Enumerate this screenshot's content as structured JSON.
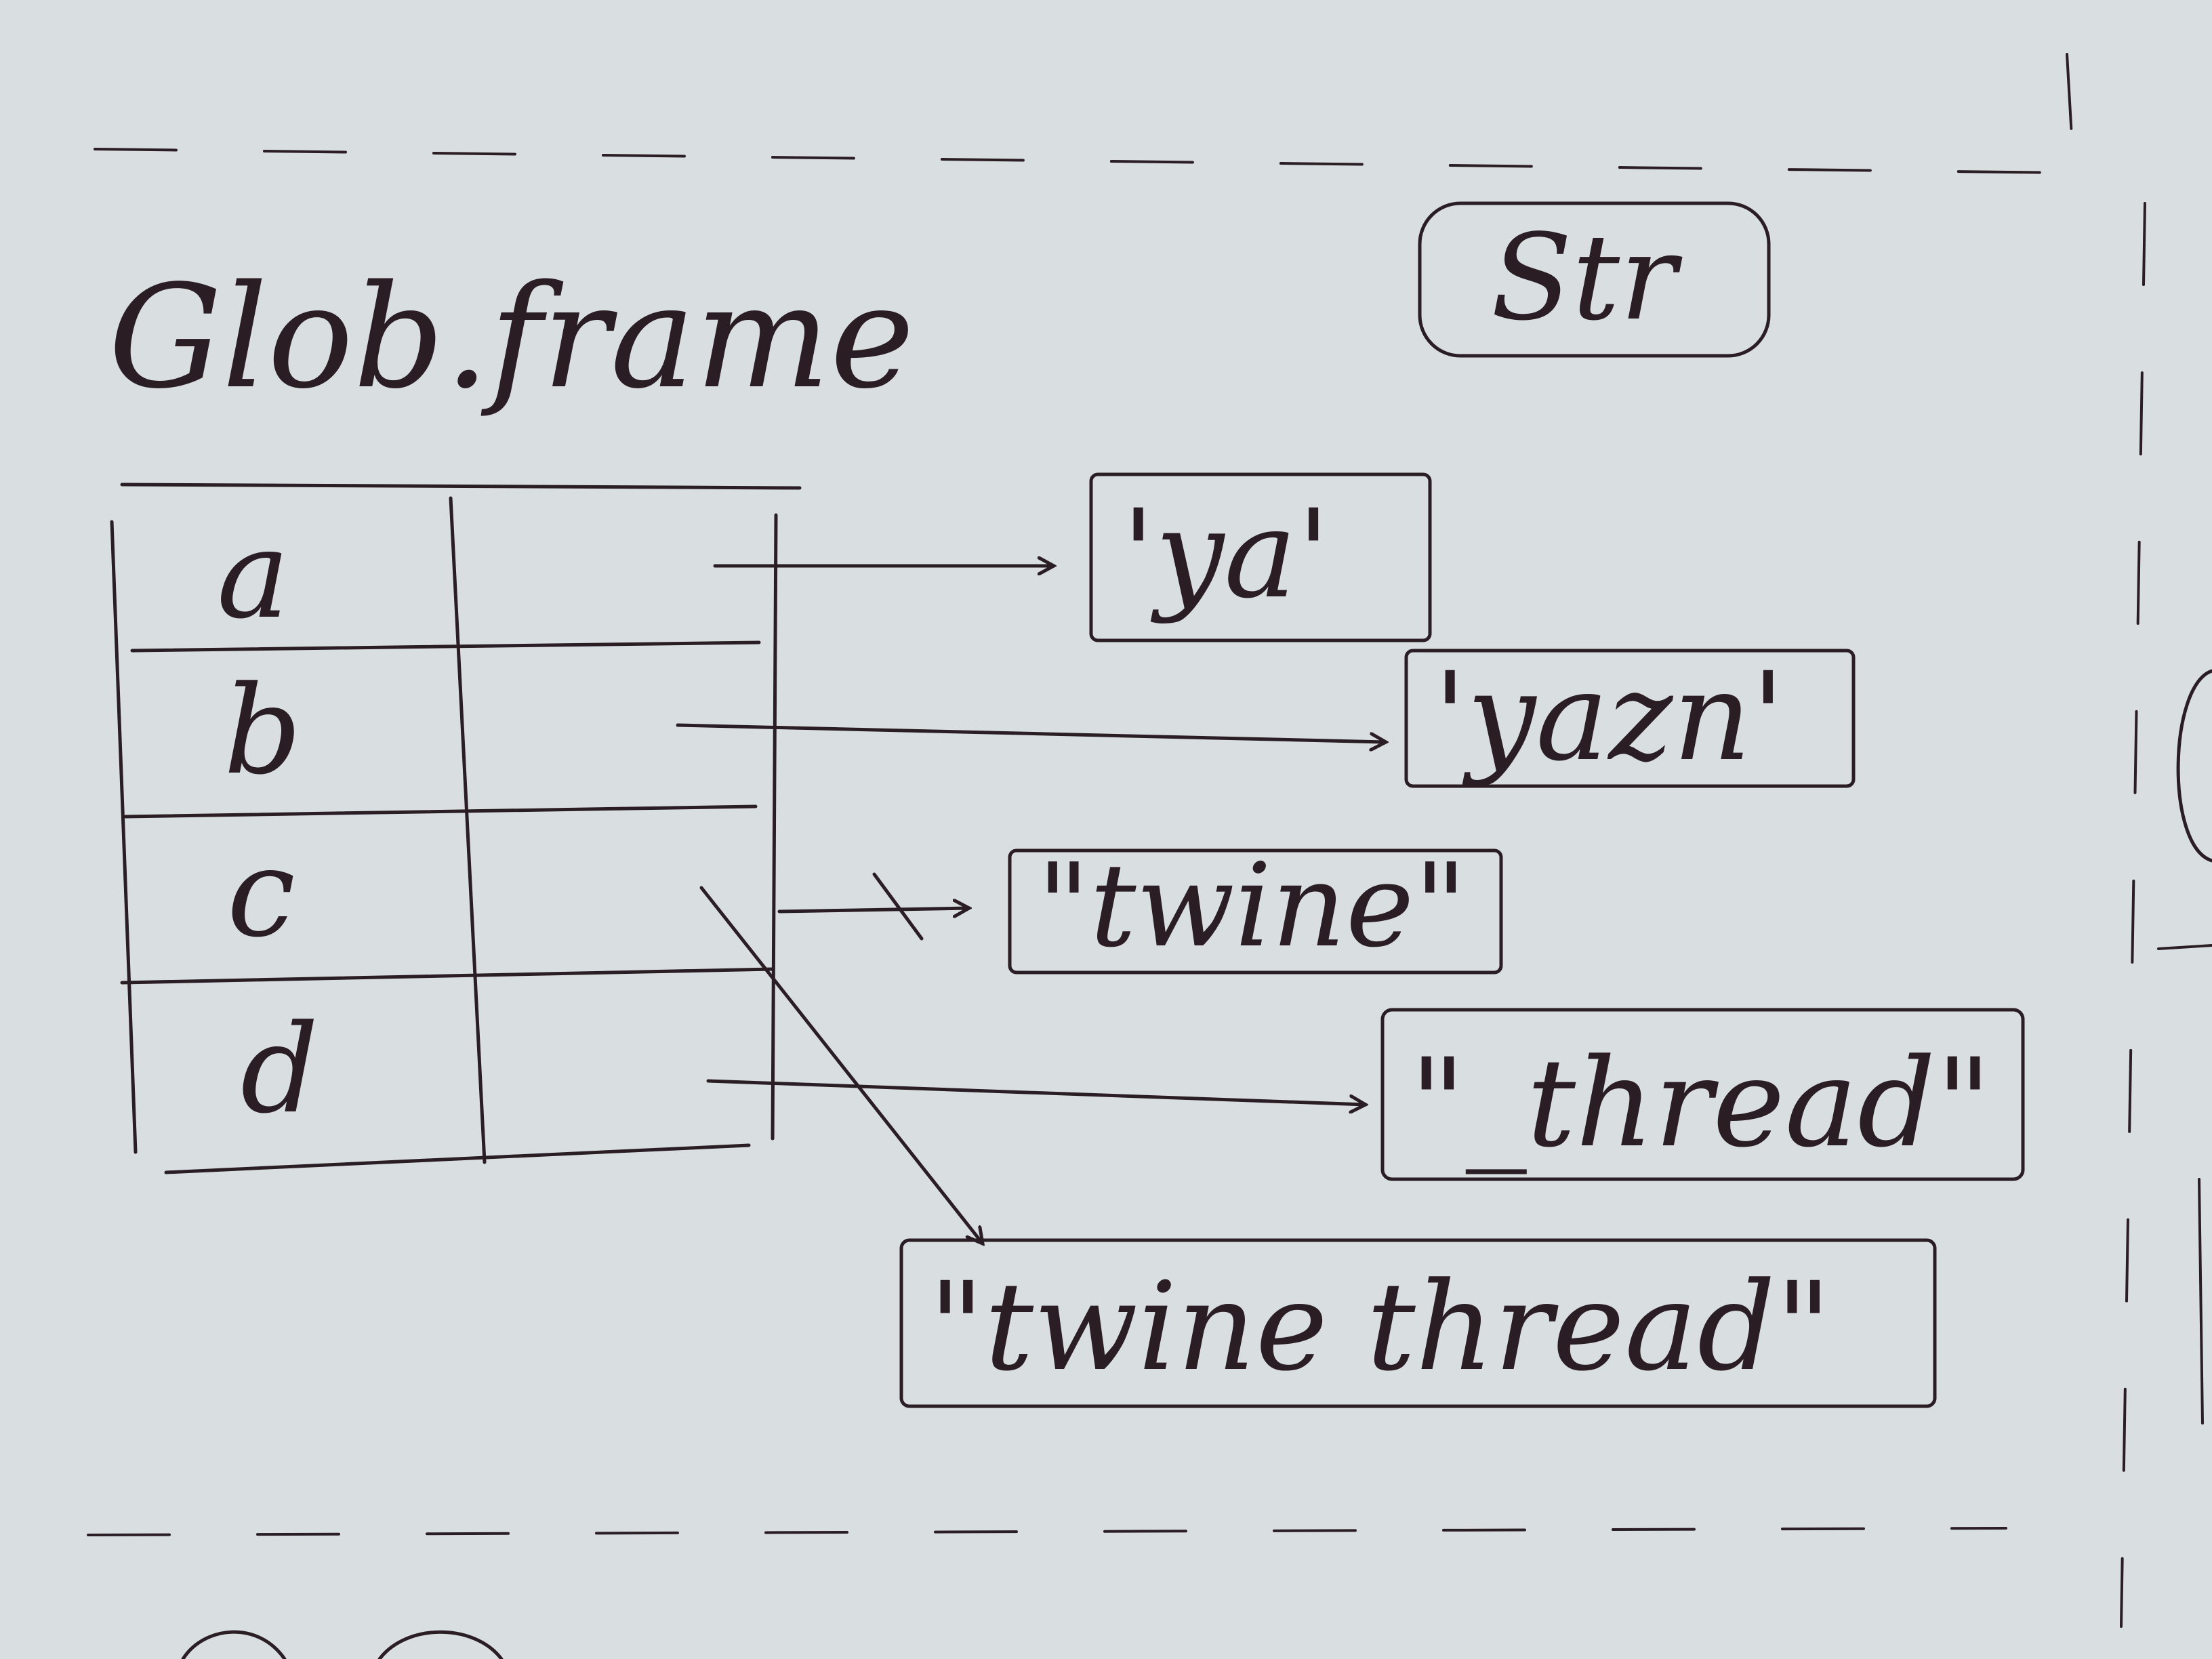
{
  "frame": {
    "title": "Glob.frame",
    "type_label": "Str",
    "variables": [
      {
        "name": "a"
      },
      {
        "name": "b"
      },
      {
        "name": "c"
      },
      {
        "name": "d"
      }
    ]
  },
  "objects": [
    {
      "id": "ya",
      "text": "'ya'"
    },
    {
      "id": "yazn",
      "text": "'yazn'"
    },
    {
      "id": "twine",
      "text": "\"twine\""
    },
    {
      "id": "thread",
      "text": "\"_thread\""
    },
    {
      "id": "twine-thread",
      "text": "\"twine thread\""
    }
  ],
  "colors": {
    "paper": "#d9dee0",
    "ink": "#2a1d24"
  }
}
